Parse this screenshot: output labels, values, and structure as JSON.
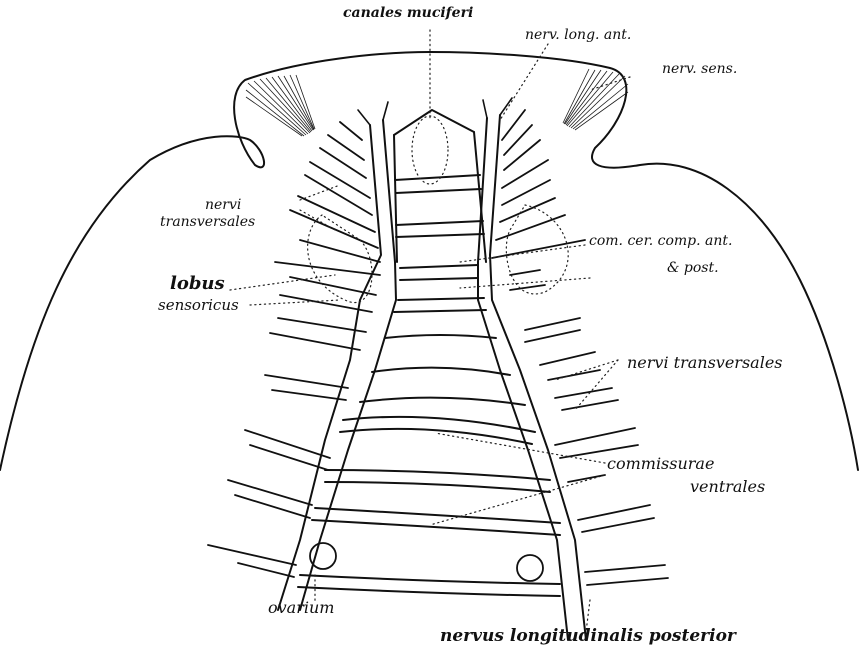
{
  "labels": {
    "canales_muciferi": "canales muciferi",
    "nerv_long_ant": "nerv. long. ant.",
    "nerv_sens": "nerv. sens.",
    "nervi_transversales_left_line1": "nervi",
    "nervi_transversales_left_line2": "transversales",
    "lobus_sensoricus_line1": "lobus",
    "lobus_sensoricus_line2": "sensoricus",
    "com_cer_comp_ant": "com. cer. comp. ant.",
    "et_post": "& post.",
    "nervi_transversales_right": "nervi transversales",
    "commissurae_ventrales_line1": "commissurae",
    "commissurae_ventrales_line2": "ventrales",
    "ovarium": "ovarium",
    "nervus_longitudinalis_posterior": "nervus longitudinalis posterior"
  },
  "colors": {
    "ink": "#111111",
    "paper": "#ffffff"
  }
}
